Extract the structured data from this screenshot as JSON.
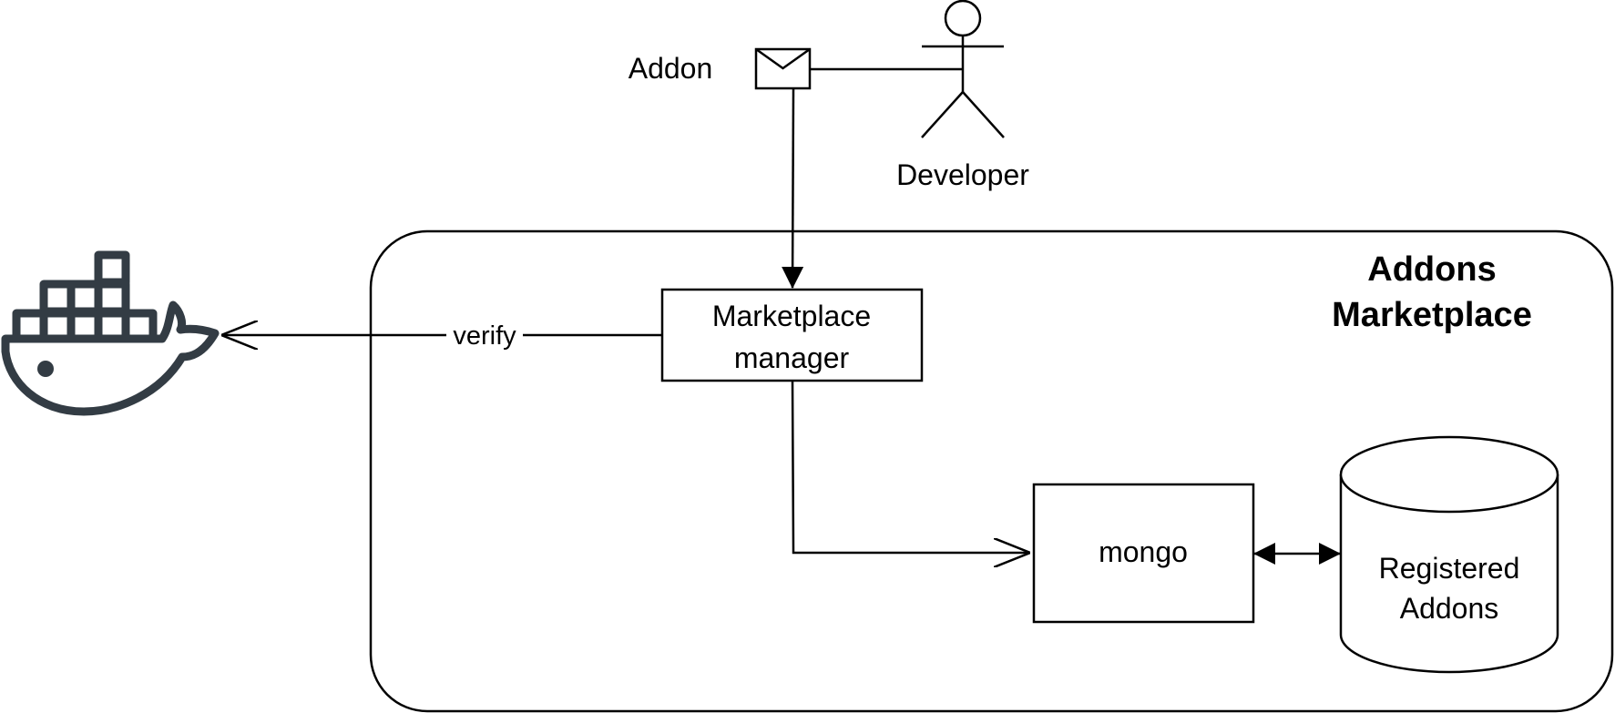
{
  "labels": {
    "addon": "Addon",
    "developer": "Developer",
    "region_line1": "Addons",
    "region_line2": "Marketplace",
    "manager_line1": "Marketplace",
    "manager_line2": "manager",
    "verify": "verify",
    "mongo": "mongo",
    "db_line1": "Registered",
    "db_line2": "Addons"
  },
  "colors": {
    "stroke": "#000000",
    "docker_icon": "#333c44",
    "background": "#ffffff"
  },
  "icons": {
    "message": "envelope-icon",
    "actor": "stick-figure-icon",
    "registry": "docker-whale-icon"
  }
}
